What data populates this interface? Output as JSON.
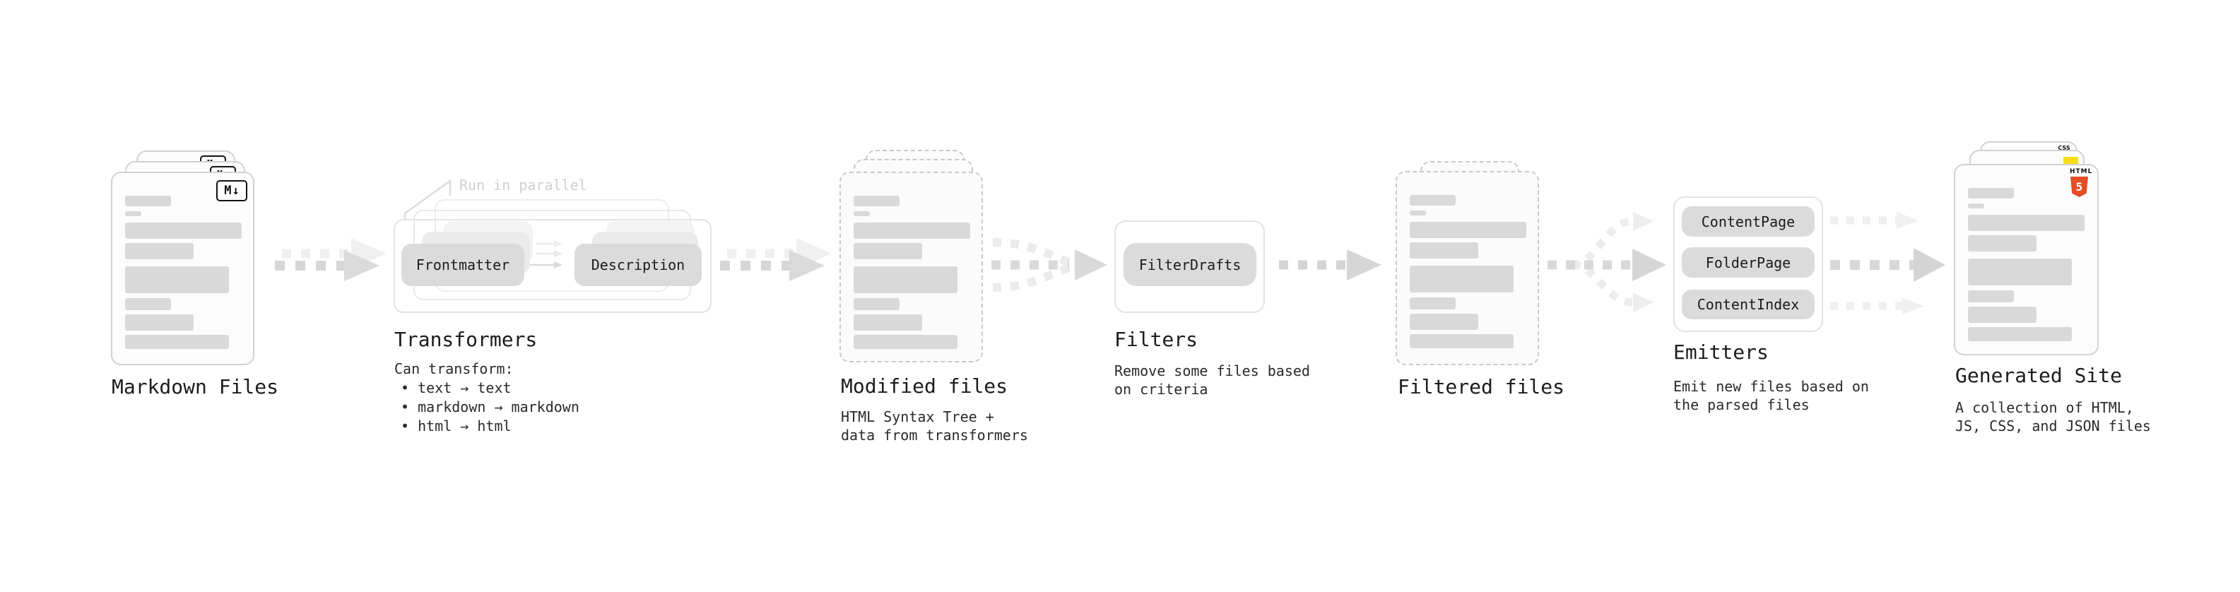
{
  "diagram": {
    "markdown": {
      "label": "Markdown Files",
      "logo_m": "M",
      "logo_arrow": "↓"
    },
    "transformers": {
      "label": "Transformers",
      "annotation": "Run in parallel",
      "frontmatter_button": "Frontmatter",
      "description_button": "Description",
      "desc_heading": "Can transform:",
      "bullets": [
        "• text → text",
        "• markdown → markdown",
        "• html → html"
      ]
    },
    "modified": {
      "label": "Modified files",
      "desc": "HTML Syntax Tree +\ndata from transformers"
    },
    "filters": {
      "label": "Filters",
      "button": "FilterDrafts",
      "desc": "Remove some files based\non criteria"
    },
    "filtered": {
      "label": "Filtered files"
    },
    "emitters": {
      "label": "Emitters",
      "buttons": [
        "ContentPage",
        "FolderPage",
        "ContentIndex"
      ],
      "desc": "Emit new files based on\nthe parsed files"
    },
    "generated": {
      "label": "Generated Site",
      "desc": "A collection of HTML,\nJS, CSS, and JSON files",
      "logo_html": "HTML",
      "logo_five": "5",
      "logo_css": "CSS"
    },
    "colors": {
      "html5_orange": "#e44d26",
      "js_yellow": "#f5de19",
      "css_blue": "#2962ff",
      "placeholder_gray": "#d9d9d9",
      "annotation_gray": "#cfcfcf"
    }
  }
}
